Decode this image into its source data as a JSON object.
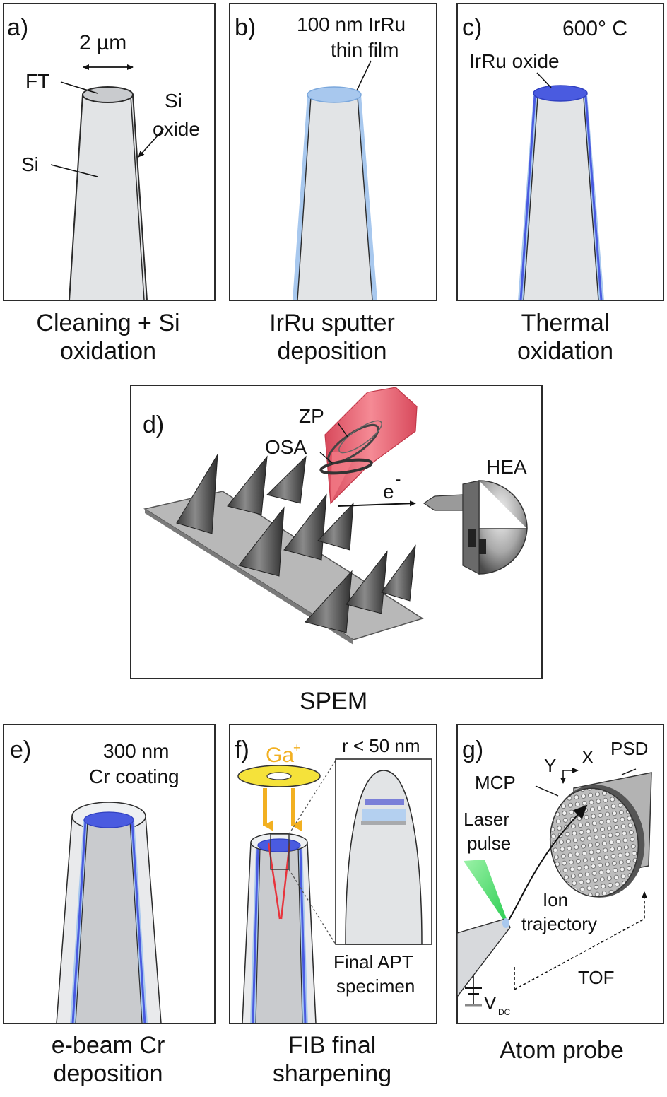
{
  "panels": {
    "a": {
      "letter": "a)",
      "scale": "2 µm",
      "ft": "FT",
      "si_oxide_1": "Si",
      "si_oxide_2": "oxide",
      "si": "Si",
      "caption_1": "Cleaning + Si",
      "caption_2": "oxidation"
    },
    "b": {
      "letter": "b)",
      "film_1": "100 nm IrRu",
      "film_2": "thin film",
      "caption_1": "IrRu sputter",
      "caption_2": "deposition"
    },
    "c": {
      "letter": "c)",
      "temp": "600° C",
      "oxide": "IrRu oxide",
      "caption_1": "Thermal",
      "caption_2": "oxidation"
    },
    "d": {
      "letter": "d)",
      "zp": "ZP",
      "osa": "OSA",
      "hea": "HEA",
      "electron": "e",
      "electron_sup": "-",
      "caption": "SPEM"
    },
    "e": {
      "letter": "e)",
      "coat_1": "300 nm",
      "coat_2": "Cr coating",
      "caption_1": "e-beam Cr",
      "caption_2": "deposition"
    },
    "f": {
      "letter": "f)",
      "ion": "Ga",
      "ion_sup": "+",
      "radius": "r < 50 nm",
      "final_1": "Final APT",
      "final_2": "specimen",
      "caption_1": "FIB final",
      "caption_2": "sharpening"
    },
    "g": {
      "letter": "g)",
      "y": "Y",
      "x": "X",
      "psd": "PSD",
      "mcp": "MCP",
      "laser_1": "Laser",
      "laser_2": "pulse",
      "ion_1": "Ion",
      "ion_2": "trajectory",
      "tof": "TOF",
      "v": "V",
      "v_sub": "DC",
      "caption": "Atom probe"
    }
  },
  "colors": {
    "si": "#e2e4e6",
    "outline": "#2b2b2b",
    "film": "#a8c8ee",
    "oxide": "#4a5be0",
    "beam": "#f06a78",
    "ga": "#f5e23a",
    "arrow_ga": "#f2b021",
    "laser": "#5fe07a",
    "trajectory_red": "#e8343c"
  }
}
